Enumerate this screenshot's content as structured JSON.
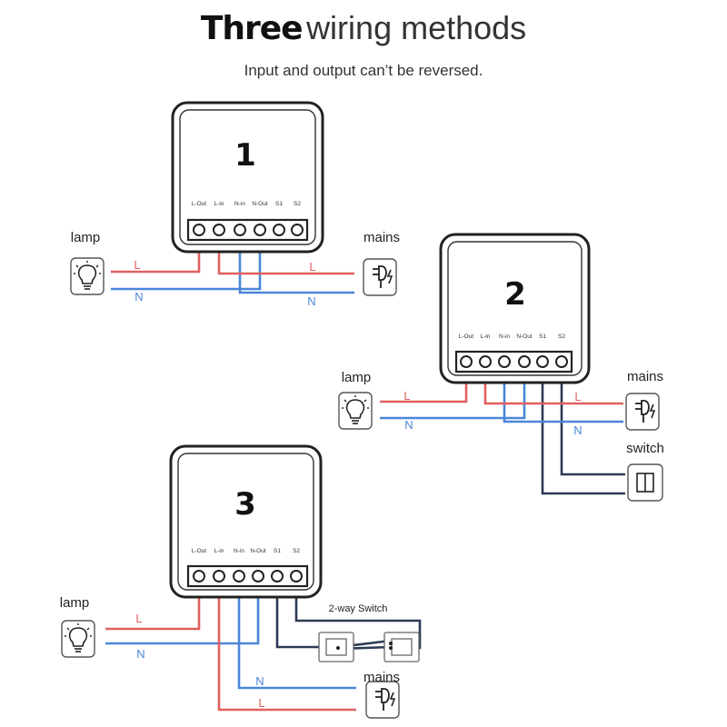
{
  "title": {
    "bold": "Three",
    "rest": "wiring methods"
  },
  "subtitle": "Input and output can’t be reversed.",
  "terminal_labels": [
    "L-Out",
    "L-in",
    "N-in",
    "N-Out",
    "S1",
    "S2"
  ],
  "modules": [
    {
      "number": "1",
      "lamp_label": "lamp",
      "mains_label": "mains",
      "wire_L": "L",
      "wire_N": "N"
    },
    {
      "number": "2",
      "lamp_label": "lamp",
      "mains_label": "mains",
      "switch_label": "switch",
      "wire_L": "L",
      "wire_N": "N"
    },
    {
      "number": "3",
      "lamp_label": "lamp",
      "mains_label": "mains",
      "switch_label": "2-way Switch",
      "wire_L": "L",
      "wire_N": "N"
    }
  ],
  "colors": {
    "live": "#e0605f",
    "neutral": "#4a86d8",
    "switch_wire": "#2c3a55",
    "outline": "#222222"
  }
}
